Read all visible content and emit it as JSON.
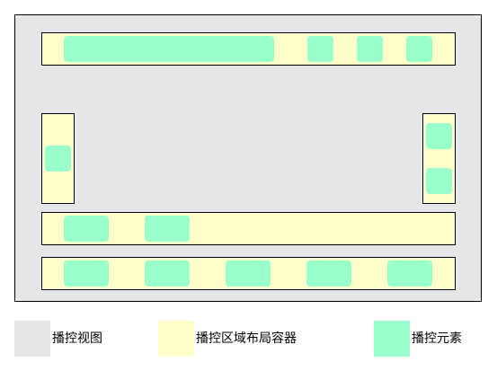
{
  "legend": {
    "items": [
      {
        "label": "播控视图",
        "color": "#e6e6e6"
      },
      {
        "label": "播控区域布局容器",
        "color": "#ffffcc"
      },
      {
        "label": "播控元素",
        "color": "#99ffcc"
      }
    ]
  },
  "colors": {
    "view": "#e6e6e6",
    "container": "#ffffcc",
    "element": "#99ffcc",
    "border": "#000000"
  }
}
